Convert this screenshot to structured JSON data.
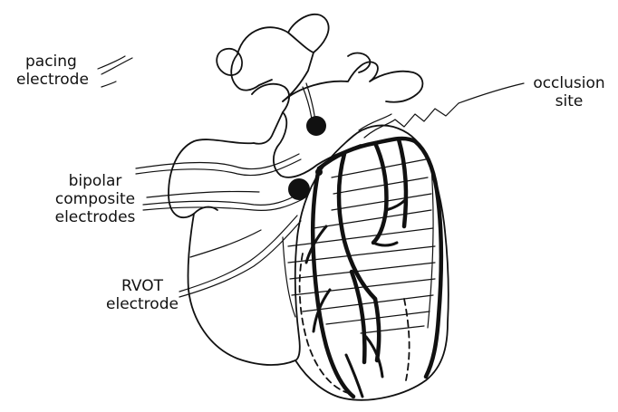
{
  "labels": {
    "pacing_electrode": [
      "pacing",
      "electrode"
    ],
    "occlusion_site": [
      "occlusion",
      "site"
    ],
    "bipolar_composite_electrodes": [
      "bipolar",
      "composite",
      "electrodes"
    ],
    "rvot_electrode": [
      "RVOT",
      "electrode"
    ]
  },
  "colors": {
    "ink": "#111111",
    "background": "#ffffff"
  }
}
